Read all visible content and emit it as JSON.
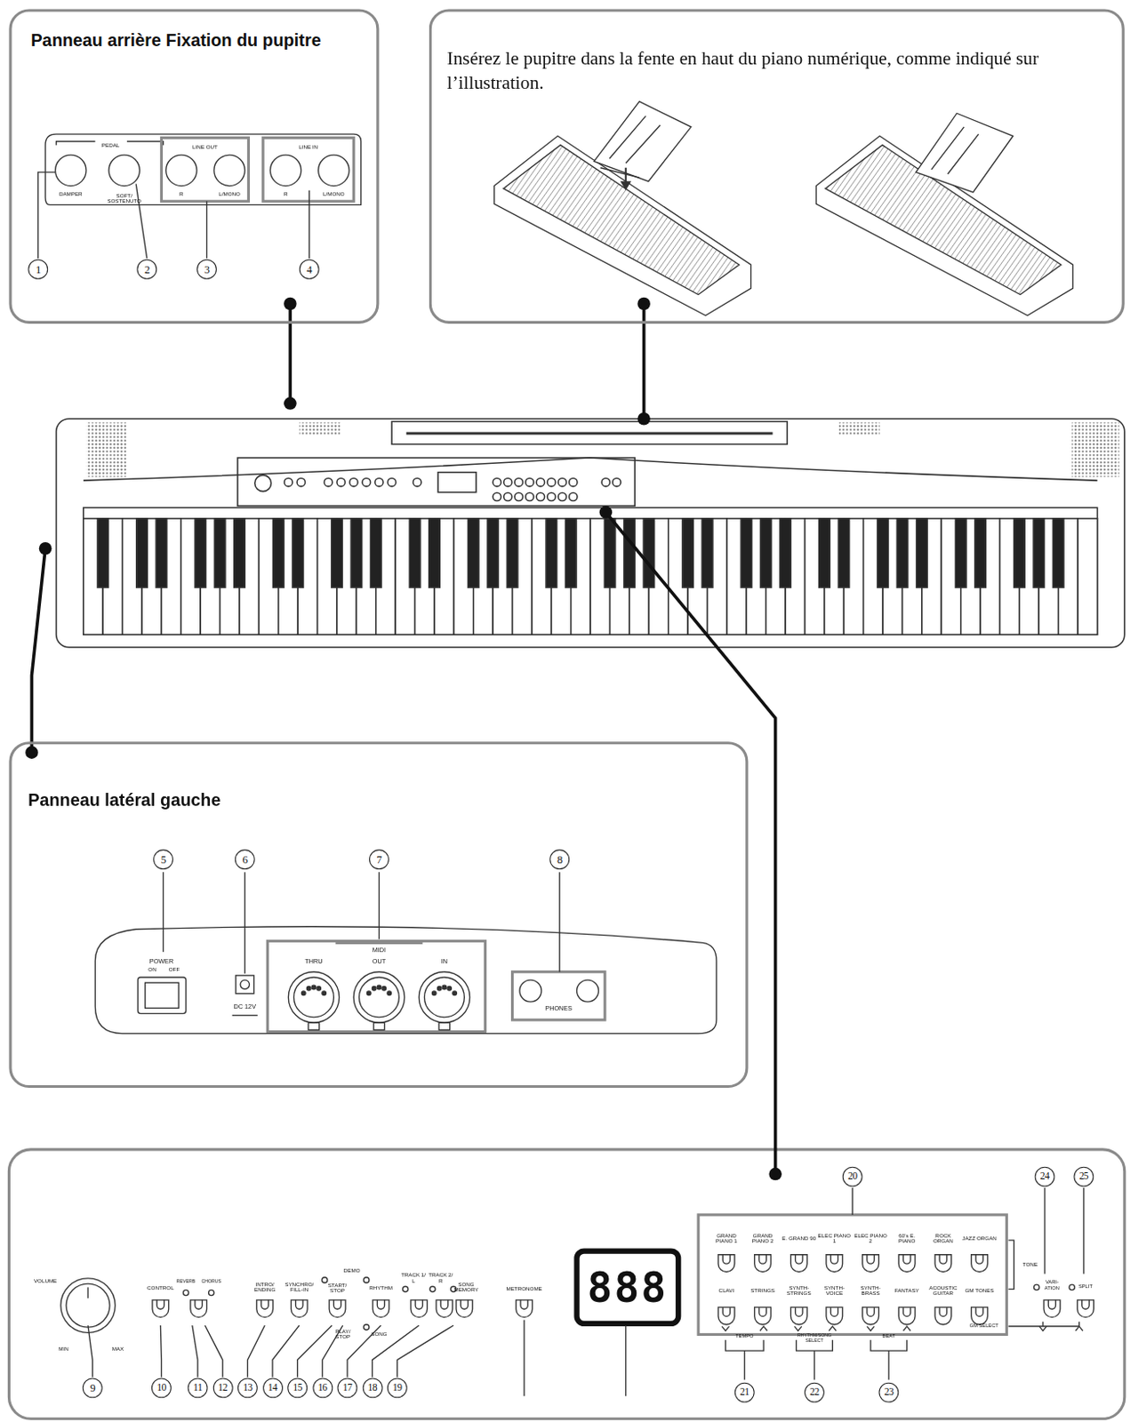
{
  "diagram": {
    "nodes": [
      {
        "text": [
          "Panneau arrière Fixation du pupitre"
        ]
      },
      {
        "text": [
          "Insérez le pupitre dans la fente en haut du piano numérique, comme indiqué sur l’illustration."
        ]
      },
      {
        "text": [
          "Panneau latéral gauche"
        ]
      }
    ],
    "labels": [
      "PEDAL",
      "DAMPER",
      "SOFT/ SOSTENUTO",
      "LINE OUT",
      "R",
      "L/MONO",
      "LINE IN",
      "R",
      "L/MONO",
      "1",
      "2",
      "3",
      "4",
      "POWER",
      "ON",
      "OFF",
      "DC 12V",
      "THRU",
      "MIDI",
      "OUT",
      "IN",
      "PHONES",
      "5",
      "6",
      "7",
      "8",
      "VOLUME",
      "MIN",
      "MAX",
      "CONTROL",
      "REVERB",
      "CHORUS",
      "INTRO/ ENDING",
      "SYNCHRO/ FILL-IN",
      "DEMO",
      "START/ STOP",
      "RHYTHM",
      "PLAY/ STOP",
      "SONG",
      "TRACK 1/ L",
      "TRACK 2/ R",
      "SONG MEMORY",
      "METRONOME",
      "888",
      "GRAND PIANO 1",
      "GRAND PIANO 2",
      "E. GRAND 90",
      "ELEC PIANO 1",
      "ELEC PIANO 2",
      "60's E. PIANO",
      "ROCK ORGAN",
      "JAZZ ORGAN",
      "TONE",
      "CLAVI",
      "STRINGS",
      "SYNTH-STRINGS",
      "SYNTH-VOICE",
      "SYNTH-BRASS",
      "FANTASY",
      "ACOUSTIC GUITAR",
      "GM TONES",
      "TEMPO",
      "RHYTHM/SONG SELECT",
      "BEAT",
      "GM SELECT",
      "VARI- ATION",
      "SPLIT",
      "9",
      "10",
      "11",
      "12",
      "13",
      "14",
      "15",
      "16",
      "17",
      "18",
      "19",
      "20",
      "21",
      "22",
      "23",
      "24",
      "25"
    ]
  }
}
